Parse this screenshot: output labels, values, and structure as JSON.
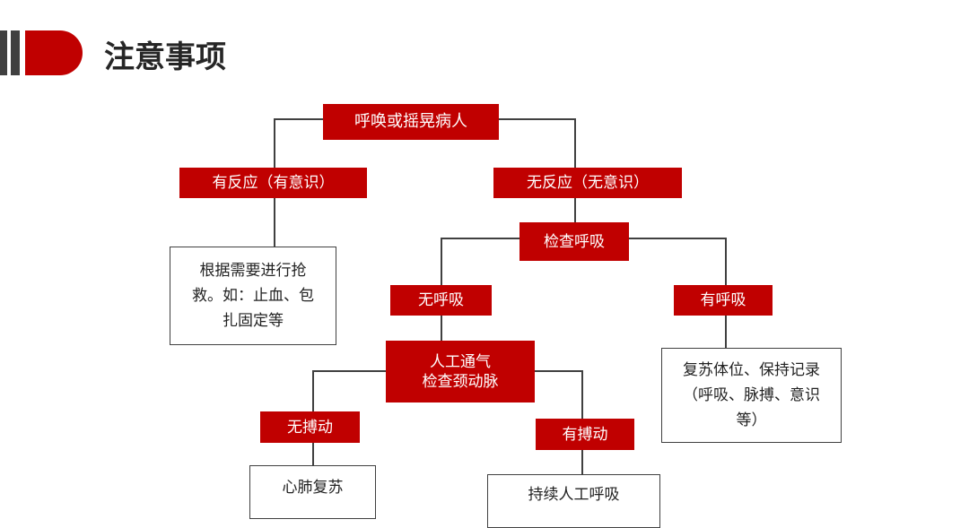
{
  "title": "注意事项",
  "nodes": {
    "start": "呼唤或摇晃病人",
    "responsive": "有反应（有意识）",
    "unresponsive": "无反应（无意识）",
    "responsive_action": "根据需要进行抢救。如：止血、包扎固定等",
    "check_breathing": "检查呼吸",
    "no_breathing": "无呼吸",
    "breathing": "有呼吸",
    "ventilate_line1": "人工通气",
    "ventilate_line2": "检查颈动脉",
    "breathing_action": "复苏体位、保持记录（呼吸、脉搏、意识等）",
    "no_pulse": "无搏动",
    "pulse": "有搏动",
    "no_pulse_action": "心肺复苏",
    "pulse_action": "持续人工呼吸"
  },
  "colors": {
    "accent": "#c00000",
    "dark": "#404040"
  }
}
